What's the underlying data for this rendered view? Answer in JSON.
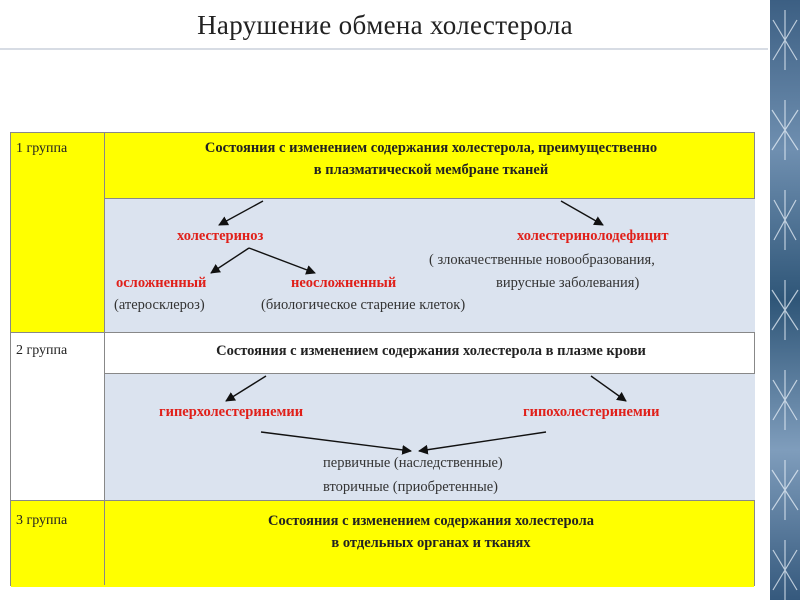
{
  "title": "Нарушение обмена холестерола",
  "groups": [
    {
      "label": "1 группа",
      "heading_line1": "Состояния с изменением содержания холестерола, преимущественно",
      "heading_line2": "в плазматической мембране тканей",
      "branch_left": "холестериноз",
      "branch_right": "холестеринолодефицит",
      "sub_left_1": "осложненный",
      "sub_left_2": "неосложненный",
      "note_left_1": "(атеросклероз)",
      "note_left_2": "(биологическое старение клеток)",
      "note_right_1": "( злокачественные новообразования,",
      "note_right_2": "вирусные заболевания)"
    },
    {
      "label": "2 группа",
      "heading": "Состояния с изменением содержания холестерола в плазме крови",
      "branch_left": "гиперхолестеринемии",
      "branch_right": "гипохолестеринемии",
      "outcome_1": "первичные (наследственные)",
      "outcome_2": "вторичные  (приобретенные)"
    },
    {
      "label": "3 группа",
      "heading_line1": "Состояния с изменением содержания холестерола",
      "heading_line2": "в отдельных органах и тканях"
    }
  ],
  "colors": {
    "highlight": "#ffff00",
    "panel": "#dbe3ef",
    "accent": "#e0201a"
  }
}
